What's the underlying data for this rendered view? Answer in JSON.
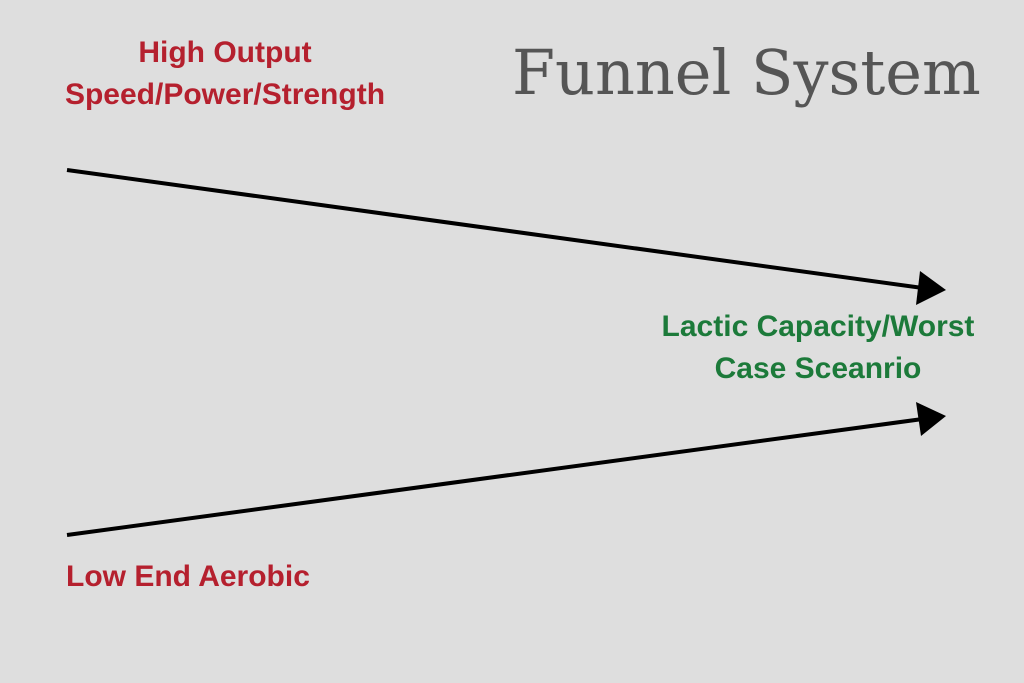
{
  "diagram": {
    "title": "Funnel System",
    "colors": {
      "background": "#dedede",
      "title": "#555555",
      "input_labels": "#b5202e",
      "output_label": "#1c7a3a",
      "arrows": "#000000"
    },
    "top_input": {
      "line1": "High Output",
      "line2": "Speed/Power/Strength"
    },
    "bottom_input": {
      "line1": "Low End Aerobic"
    },
    "output": {
      "line1": "Lactic Capacity/Worst",
      "line2": "Case Sceanrio"
    }
  }
}
